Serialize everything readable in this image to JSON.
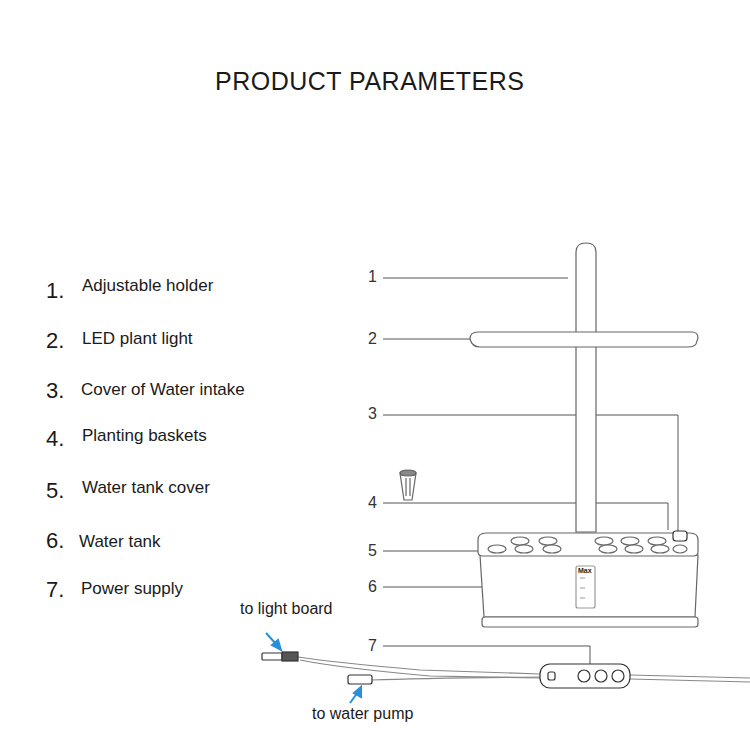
{
  "diagram": {
    "title": "PRODUCT PARAMETERS",
    "labels": [
      "1.",
      "Adjustable holder",
      "2.",
      "LED plant light",
      "3.",
      "Cover of Water intake",
      "4.",
      "Planting baskets",
      "5.",
      "Water tank cover",
      "6.",
      "Water tank",
      "7.",
      "Power supply",
      "1",
      "2",
      "3",
      "4",
      "5",
      "6",
      "7",
      "to light board",
      "to water pump",
      "Max"
    ]
  }
}
